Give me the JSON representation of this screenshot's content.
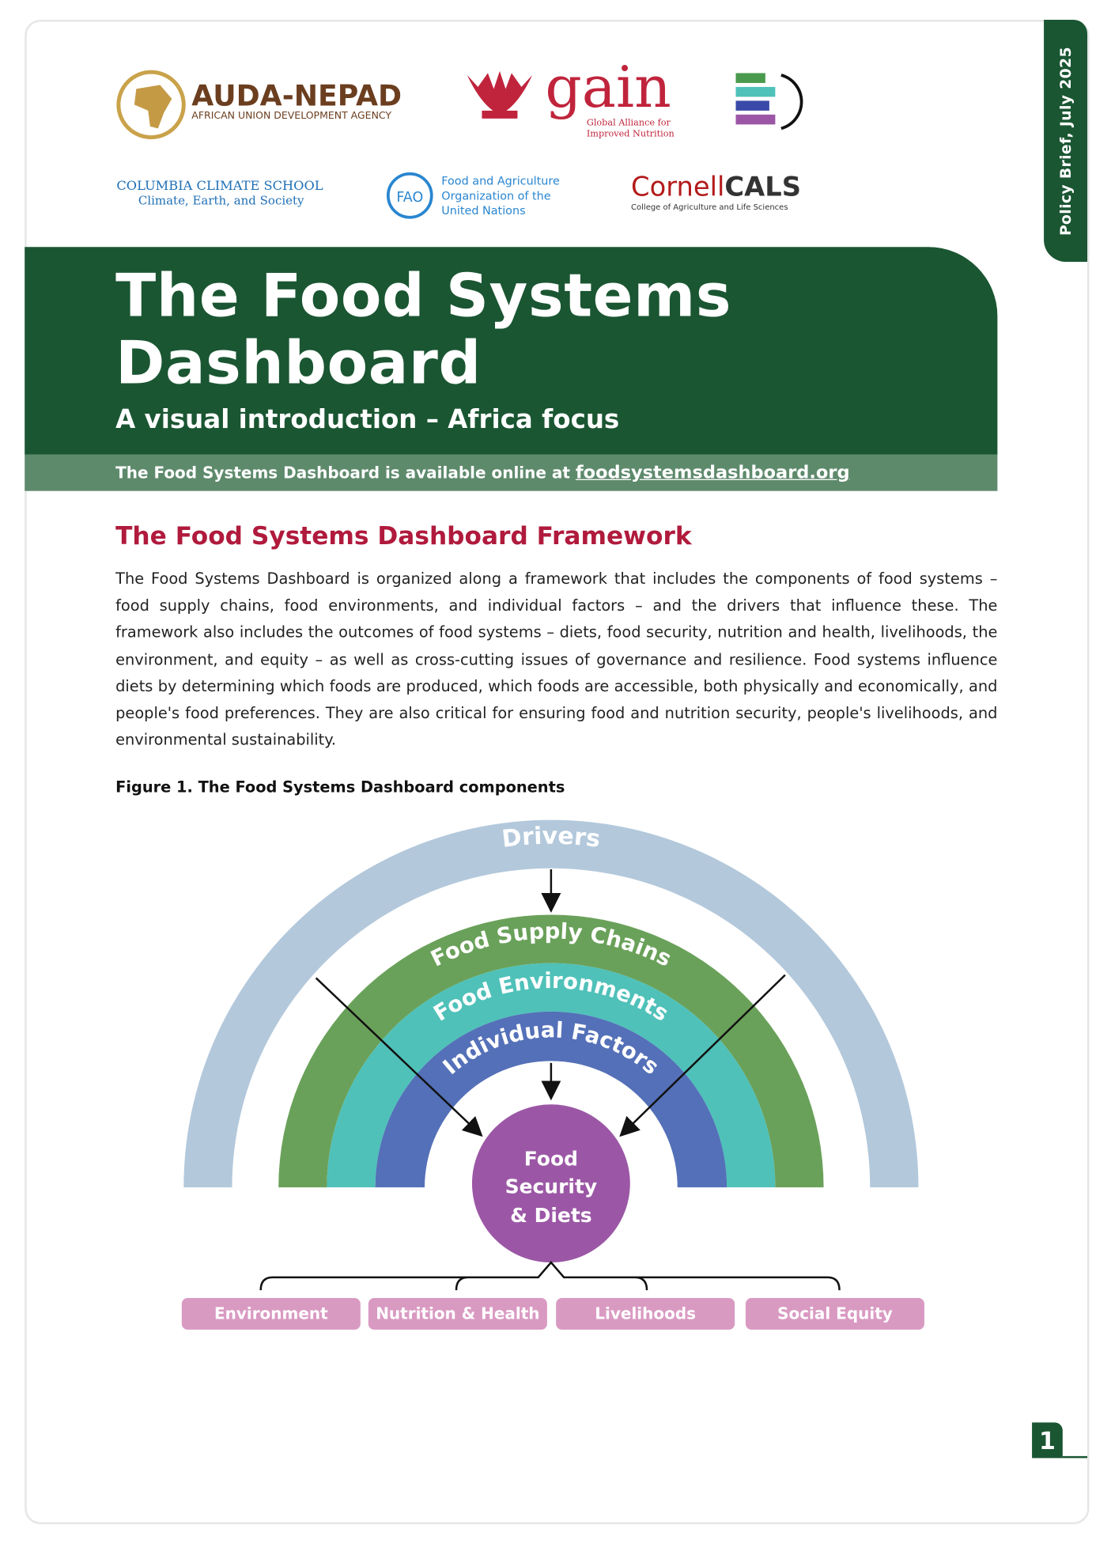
{
  "side_tab": "Policy Brief, July 2025",
  "logos": {
    "auda": {
      "name": "AUDA-NEPAD",
      "sub": "AFRICAN UNION DEVELOPMENT AGENCY"
    },
    "gain": {
      "name": "gain",
      "sub1": "Global Alliance for",
      "sub2": "Improved Nutrition"
    },
    "columbia": {
      "name": "COLUMBIA CLIMATE SCHOOL",
      "sub": "Climate, Earth, and Society"
    },
    "fao": {
      "l1": "Food and Agriculture",
      "l2": "Organization of the",
      "l3": "United Nations"
    },
    "cornell": {
      "a": "Cornell",
      "b": "CALS",
      "sub": "College of Agriculture and Life Sciences"
    }
  },
  "header": {
    "title1": "The Food Systems",
    "title2": "Dashboard",
    "subtitle": "A visual introduction – Africa focus",
    "band_text": "The Food Systems Dashboard is available online at ",
    "band_link": "foodsystemsdashboard.org"
  },
  "section": {
    "heading": "The Food Systems Dashboard Framework",
    "paragraph": "The Food Systems Dashboard is organized along a framework that includes the components of food systems – food supply chains, food environments, and individual factors – and the drivers that influence these. The framework also includes the outcomes of food systems – diets, food security, nutrition and health, livelihoods, the environment, and equity – as well as cross-cutting issues of governance and resilience. Food systems influence diets by determining which foods are produced, which foods are accessible, both physically and economically, and people's food preferences. They are also critical for ensuring food and nutrition security, people's livelihoods, and environmental sustainability.",
    "figure_caption": "Figure 1. The Food Systems Dashboard components"
  },
  "figure": {
    "drivers": "Drivers",
    "supply": "Food Supply Chains",
    "environments": "Food Environments",
    "individual": "Individual Factors",
    "center1": "Food",
    "center2": "Security",
    "center3": "& Diets",
    "outcomes": [
      "Environment",
      "Nutrition & Health",
      "Livelihoods",
      "Social Equity"
    ],
    "colors": {
      "drivers": "#b3c8db",
      "supply": "#6aa15a",
      "environments": "#4fc1b9",
      "individual": "#5470b8",
      "center": "#9b57a5",
      "outcome": "#d99ac2"
    }
  },
  "page_number": "1"
}
